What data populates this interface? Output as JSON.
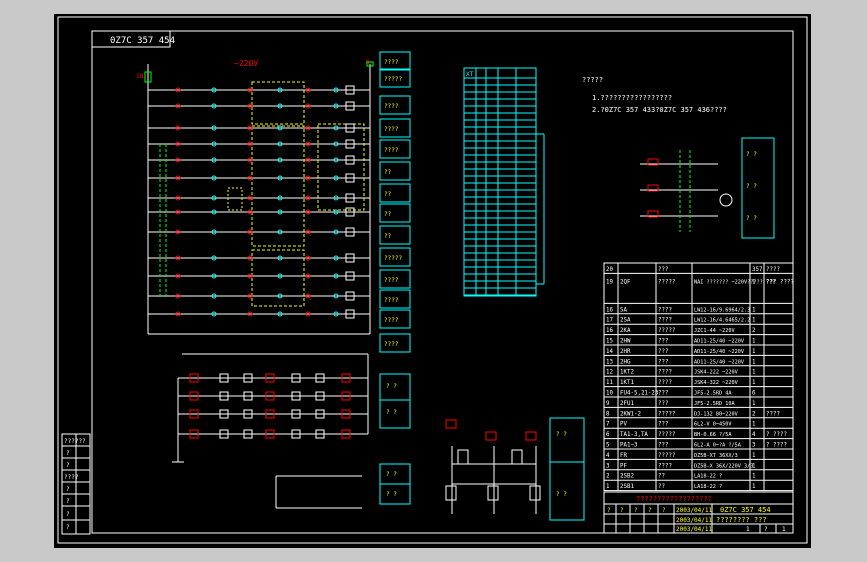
{
  "title_tag": "0Z7C 357 454",
  "supply_label": "~220V",
  "supply_left": "1N",
  "supply_right": "N",
  "notes": {
    "heading": "?????",
    "line1": "1.?????????????????",
    "line2": "2.?0Z7C 357 433?0Z7C 357 436????"
  },
  "right_labels": [
    "????",
    "?????",
    "????",
    "????",
    "????",
    "??",
    "??",
    "??",
    "??",
    "?????",
    "????",
    "????",
    "????",
    "????"
  ],
  "bom_columns": [
    "??",
    "??",
    "??",
    "357",
    "????"
  ],
  "bom_rows": [
    [
      "20",
      "",
      "???",
      "",
      "357",
      "????"
    ],
    [
      "19",
      "2QF",
      "?????",
      "NAI ??????? ~220V????? ???",
      "1",
      "??? ????"
    ],
    [
      "16",
      "SA",
      "????",
      "LW12-16/9.6964/2.3",
      "1",
      ""
    ],
    [
      "17",
      "2SA",
      "????",
      "LW12-16/4.6465/2.2",
      "1",
      ""
    ],
    [
      "16",
      "2KA",
      "?????",
      "JZC1-44 ~220V",
      "2",
      ""
    ],
    [
      "15",
      "2HW",
      "???",
      "AD11-25/40 ~220V",
      "1",
      ""
    ],
    [
      "14",
      "2HR",
      "???",
      "AD11-25/40 ~220V",
      "1",
      ""
    ],
    [
      "13",
      "2HG",
      "???",
      "AD11-25/40 ~220V",
      "1",
      ""
    ],
    [
      "12",
      "1KT2",
      "????",
      "JSK4-222 ~220V",
      "1",
      ""
    ],
    [
      "11",
      "1KT1",
      "????",
      "JSK4-322 ~220V",
      "1",
      ""
    ],
    [
      "10",
      "FU4-5,21-23",
      "???",
      "JF5-2.5RD 4A",
      "6",
      ""
    ],
    [
      "9",
      "2FU1",
      "???",
      "JF5-2.5RD 10A",
      "1",
      ""
    ],
    [
      "8",
      "2KW1-2",
      "?????",
      "DJ-132 80~220V",
      "2",
      "????"
    ],
    [
      "7",
      "PV",
      "???",
      "6L2-V 0~450V",
      "1",
      ""
    ],
    [
      "6",
      "TA1-3,TA",
      "?????",
      "BH-0.66 ?/5A",
      "4",
      "? ????"
    ],
    [
      "5",
      "PA1~3",
      "???",
      "6L2-A 0~?A ?/5A",
      "3",
      "? ????"
    ],
    [
      "4",
      "FR",
      "?????",
      "DZ5B-XT 36XX/3",
      "1",
      ""
    ],
    [
      "3",
      "PF",
      "????",
      "DZ5B-X 36X/220V 3/3",
      "1",
      ""
    ],
    [
      "2",
      "2SB2",
      "??",
      "LA18-22 ?",
      "1",
      ""
    ],
    [
      "1",
      "2SB1",
      "??",
      "LA18-22 ?",
      "1",
      ""
    ]
  ],
  "title_block": {
    "project": "??????????????????",
    "drawing_no": "0Z7C 357 454",
    "drawing_name": "???????? ???",
    "dates": [
      "2003/04/11",
      "2003/04/11",
      "2003/04/11"
    ],
    "sign_cells": [
      "?",
      "?",
      "?",
      "?",
      "?"
    ],
    "sheet_info": [
      "1",
      "?",
      "1"
    ]
  },
  "left_strip": [
    "??????",
    "?",
    "?",
    "????",
    "?",
    "?",
    "?",
    "?"
  ],
  "terminal_header": "XT",
  "colors": {
    "frame": "#ffffff",
    "wire": "#ffffff",
    "component": "#ff0000",
    "label": "#00ffff",
    "dashed": "#ffff00",
    "symbol": "#00ff00"
  }
}
